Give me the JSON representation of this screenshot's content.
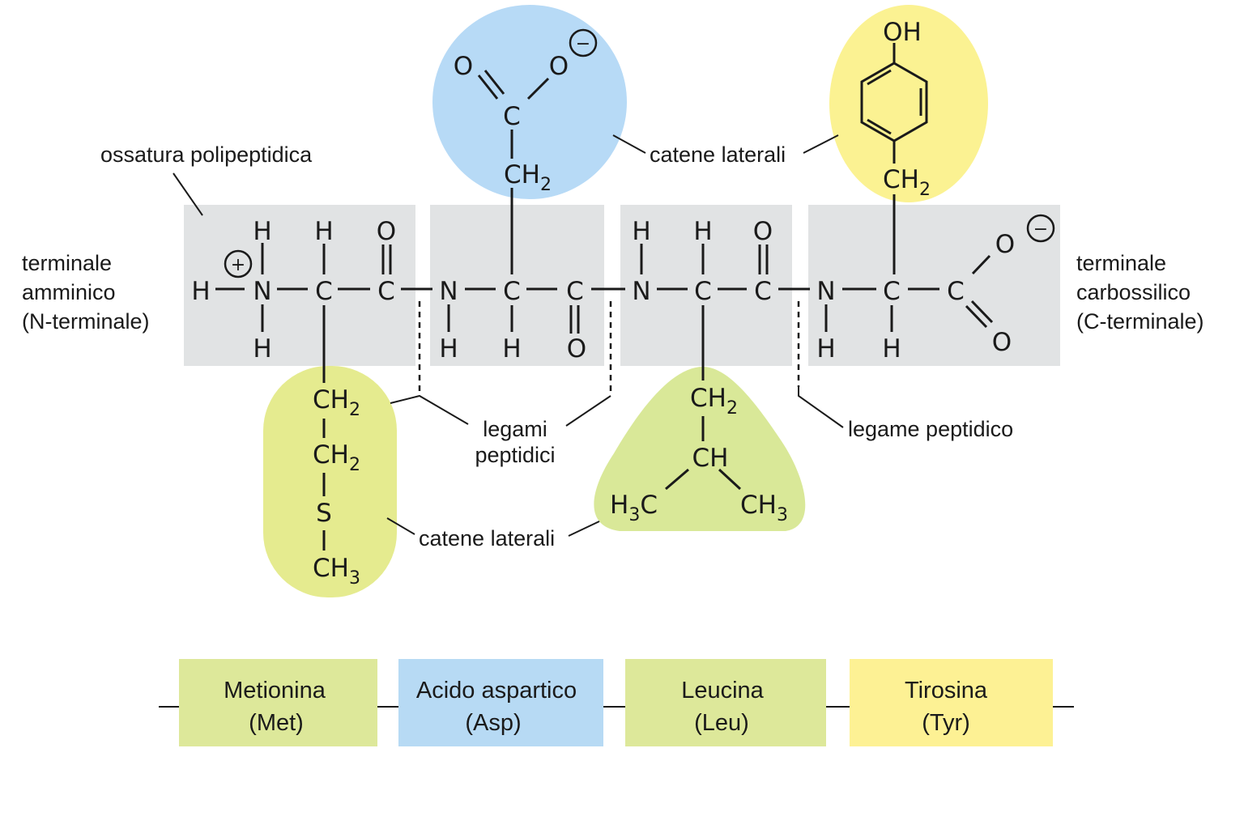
{
  "atoms": {
    "H": "H",
    "N": "N",
    "C": "C",
    "O": "O",
    "S": "S",
    "CH": "CH",
    "OH": "OH",
    "sub2": "2",
    "sub3": "3",
    "charge_plus": "+",
    "charge_minus": "−"
  },
  "labels": {
    "backbone": "ossatura polipeptidica",
    "side_chains_top": "catene laterali",
    "side_chains_bottom": "catene laterali",
    "peptide_bonds_line1": "legami",
    "peptide_bonds_line2": "peptidici",
    "peptide_bond": "legame peptidico",
    "n_terminal": [
      "terminale",
      "amminico",
      "(N-terminale)"
    ],
    "c_terminal": [
      "terminale",
      "carbossilico",
      "(C-terminale)"
    ]
  },
  "residues": [
    {
      "name": "Metionina",
      "abbr": "(Met)",
      "color": "#dde89a"
    },
    {
      "name": "Acido aspartico",
      "abbr": "(Asp)",
      "color": "#b7daf4"
    },
    {
      "name": "Leucina",
      "abbr": "(Leu)",
      "color": "#dde89a"
    },
    {
      "name": "Tirosina",
      "abbr": "(Tyr)",
      "color": "#fdf194"
    }
  ],
  "colors": {
    "backbone_gray": "#e1e3e4",
    "met_green": "#e5eb8f",
    "asp_blue": "#b7daf6",
    "leu_green": "#d9e898",
    "tyr_yellow": "#fbf292"
  }
}
